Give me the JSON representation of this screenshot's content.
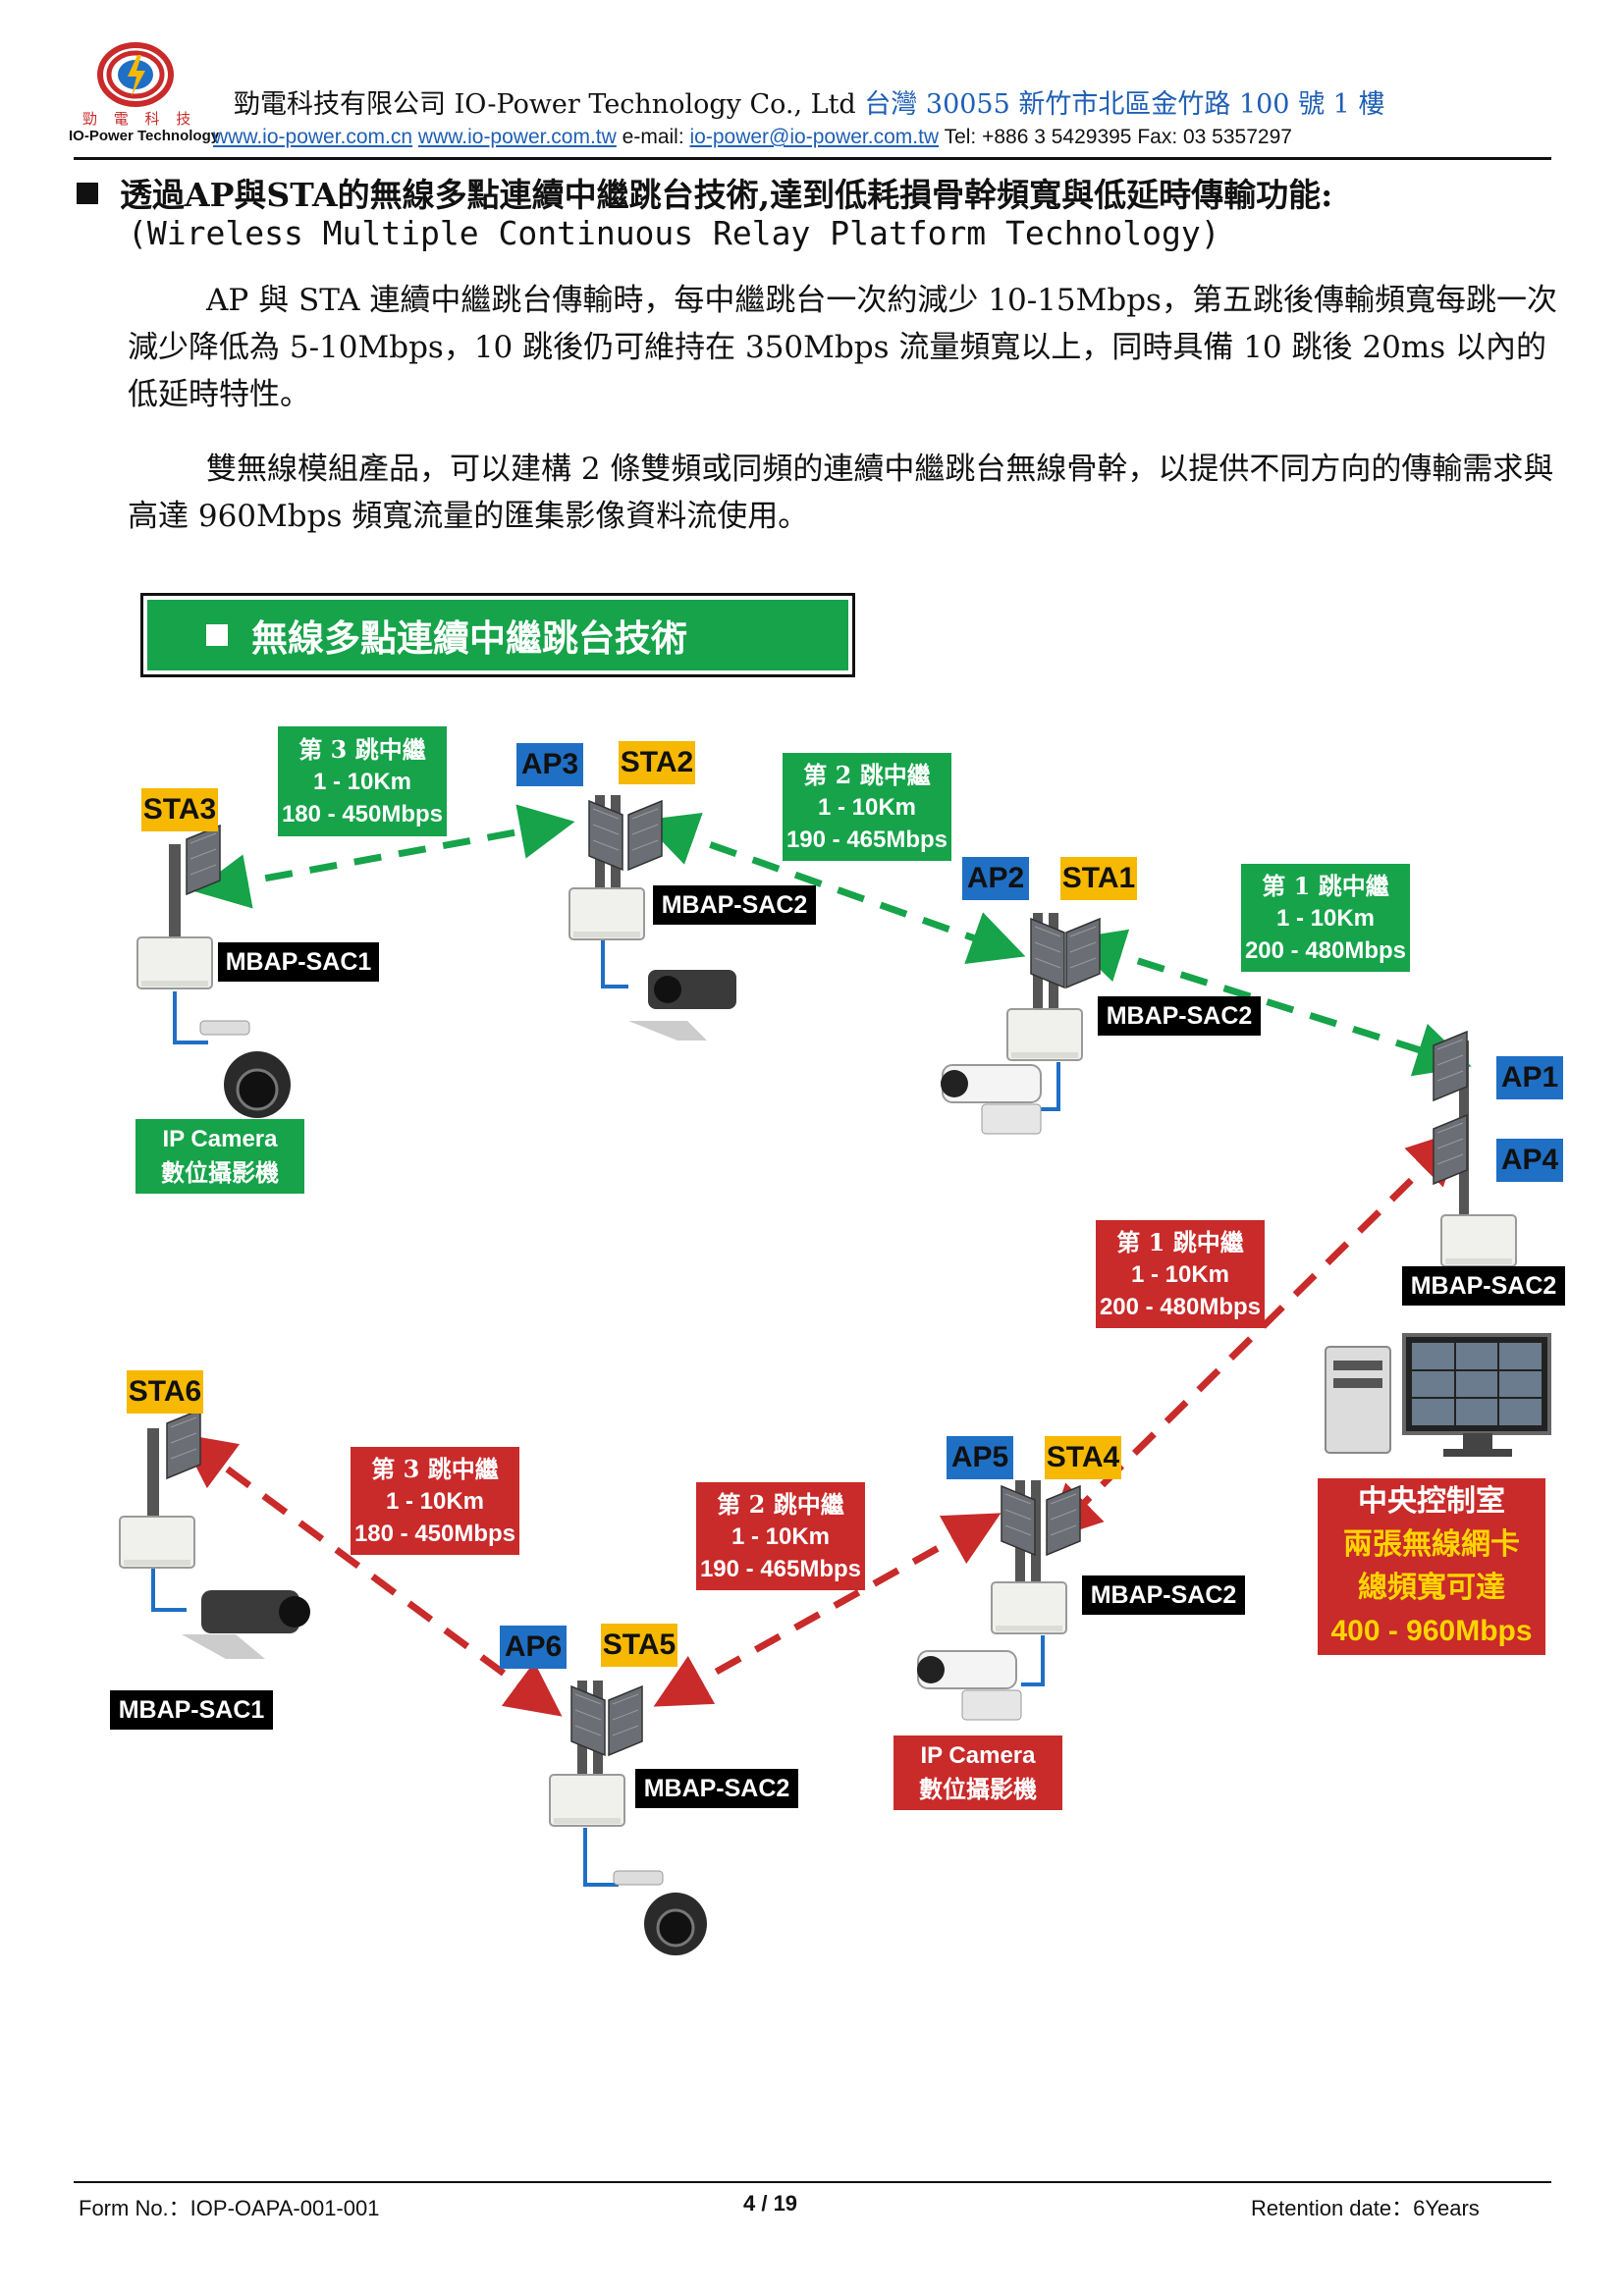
{
  "header": {
    "logo_text_cn": "勁 電 科 技",
    "logo_text_en": "IO-Power Technology",
    "company": "勁電科技有限公司 IO-Power Technology Co., Ltd",
    "address": "台灣 30055 新竹市北區金竹路 100 號 1 樓",
    "website_cn": "www.io-power.com.cn",
    "website_tw": "www.io-power.com.tw",
    "email_label": "e-mail:",
    "email": "io-power@io-power.com.tw",
    "tel_fax": "Tel: +886 3 5429395 Fax: 03 5357297"
  },
  "content": {
    "heading": "透過AP與STA的無線多點連續中繼跳台技術,達到低耗損骨幹頻寬與低延時傳輸功能:",
    "heading_en": "(Wireless Multiple Continuous Relay Platform Technology)",
    "para1": "AP 與 STA 連續中繼跳台傳輸時，每中繼跳台一次約減少 10-15Mbps，第五跳後傳輸頻寬每跳一次減少降低為 5-10Mbps，10 跳後仍可維持在 350Mbps 流量頻寬以上，同時具備 10 跳後 20ms 以內的低延時特性。",
    "para2": "雙無線模組產品，可以建構 2 條雙頻或同頻的連續中繼跳台無線骨幹，以提供不同方向的傳輸需求與高達 960Mbps 頻寬流量的匯集影像資料流使用。",
    "section_title": "無線多點連續中繼跳台技術"
  },
  "diagram": {
    "tags": {
      "sta3": "STA3",
      "ap3": "AP3",
      "sta2": "STA2",
      "ap2": "AP2",
      "sta1": "STA1",
      "ap1": "AP1",
      "ap4": "AP4",
      "sta6": "STA6",
      "ap5": "AP5",
      "sta4": "STA4",
      "ap6": "AP6",
      "sta5": "STA5"
    },
    "devices": {
      "sac1_top": "MBAP-SAC1",
      "sac2_ap3": "MBAP-SAC2",
      "sac2_ap2": "MBAP-SAC2",
      "sac2_ap1": "MBAP-SAC2",
      "sac1_bottom": "MBAP-SAC1",
      "sac2_ap5": "MBAP-SAC2",
      "sac2_ap6": "MBAP-SAC2"
    },
    "hops": {
      "g3": {
        "hop": "第 3 跳中繼",
        "range": "1 - 10Km",
        "speed": "180 - 450Mbps"
      },
      "g2": {
        "hop": "第 2 跳中繼",
        "range": "1 - 10Km",
        "speed": "190 - 465Mbps"
      },
      "g1": {
        "hop": "第 1 跳中繼",
        "range": "1 - 10Km",
        "speed": "200 - 480Mbps"
      },
      "r1": {
        "hop": "第 1 跳中繼",
        "range": "1 - 10Km",
        "speed": "200 - 480Mbps"
      },
      "r3": {
        "hop": "第 3 跳中繼",
        "range": "1 - 10Km",
        "speed": "180 - 450Mbps"
      },
      "r2": {
        "hop": "第 2 跳中繼",
        "range": "1 - 10Km",
        "speed": "190 - 465Mbps"
      }
    },
    "camera_label_green": {
      "en": "IP Camera",
      "cn": "數位攝影機"
    },
    "camera_label_red": {
      "en": "IP Camera",
      "cn": "數位攝影機"
    },
    "control_room": {
      "title": "中央控制室",
      "line2": "兩張無線網卡",
      "line3": "總頻寬可達",
      "line4": "400 - 960Mbps"
    },
    "colors": {
      "green": "#16a34a",
      "red": "#c92a2a",
      "blue": "#1f6fc5",
      "yellow": "#f6b800"
    }
  },
  "footer": {
    "form_no": "Form No.：IOP-OAPA-001-001",
    "page": "4 / 19",
    "retention": "Retention date：6Years"
  }
}
